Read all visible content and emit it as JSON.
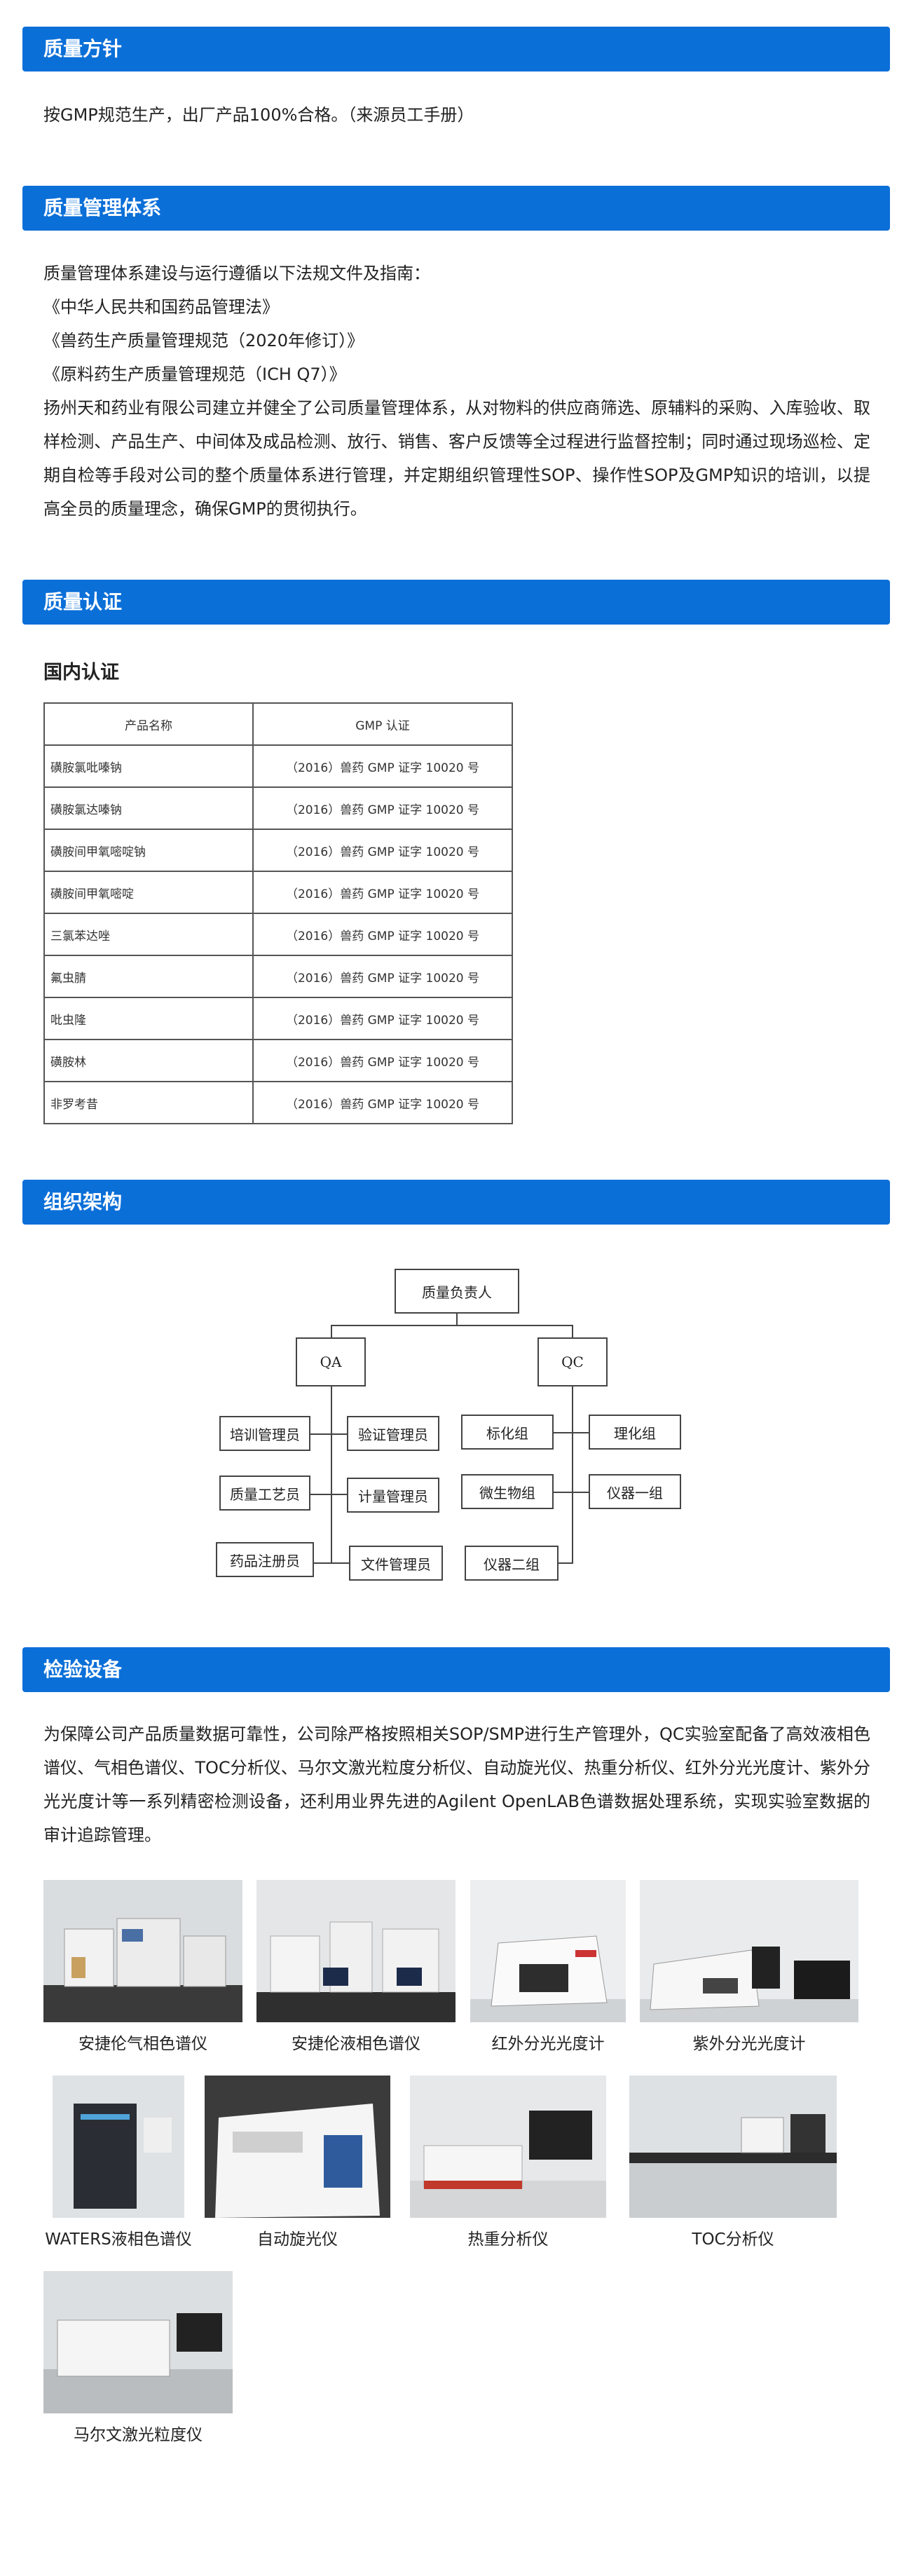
{
  "sections": {
    "quality_policy": {
      "title": "质量方针",
      "text": "按GMP规范生产，出厂产品100%合格。（来源员工手册）"
    },
    "quality_system": {
      "title": "质量管理体系",
      "lines": [
        "质量管理体系建设与运行遵循以下法规文件及指南：",
        "《中华人民共和国药品管理法》",
        "《兽药生产质量管理规范（2020年修订）》",
        "《原料药生产质量管理规范（ICH Q7）》"
      ],
      "paragraph": "扬州天和药业有限公司建立并健全了公司质量管理体系，从对物料的供应商筛选、原辅料的采购、入库验收、取样检测、产品生产、中间体及成品检测、放行、销售、客户反馈等全过程进行监督控制；同时通过现场巡检、定期自检等手段对公司的整个质量体系进行管理，并定期组织管理性SOP、操作性SOP及GMP知识的培训，以提高全员的质量理念，确保GMP的贯彻执行。"
    },
    "certification": {
      "title": "质量认证",
      "subtitle": "国内认证",
      "headers": [
        "产品名称",
        "GMP 认证"
      ],
      "rows": [
        [
          "磺胺氯吡嗪钠",
          "（2016）兽药 GMP 证字 10020 号"
        ],
        [
          "磺胺氯达嗪钠",
          "（2016）兽药 GMP 证字 10020 号"
        ],
        [
          "磺胺间甲氧嘧啶钠",
          "（2016）兽药 GMP 证字 10020 号"
        ],
        [
          "磺胺间甲氧嘧啶",
          "（2016）兽药 GMP 证字 10020 号"
        ],
        [
          "三氯苯达唑",
          "（2016）兽药 GMP 证字 10020 号"
        ],
        [
          "氟虫腈",
          "（2016）兽药 GMP 证字 10020 号"
        ],
        [
          "吡虫隆",
          "（2016）兽药 GMP 证字 10020 号"
        ],
        [
          "磺胺林",
          "（2016）兽药 GMP 证字 10020 号"
        ],
        [
          "非罗考昔",
          "（2016）兽药 GMP 证字 10020 号"
        ]
      ]
    },
    "organization": {
      "title": "组织架构",
      "head": "质量负责人",
      "qa": "QA",
      "qc": "QC",
      "qa_left": [
        "培训管理员",
        "质量工艺员",
        "药品注册员"
      ],
      "qa_right": [
        "验证管理员",
        "计量管理员",
        "文件管理员"
      ],
      "qc_left": [
        "标化组",
        "微生物组",
        "仪器二组"
      ],
      "qc_right": [
        "理化组",
        "仪器一组"
      ]
    },
    "equipment": {
      "title": "检验设备",
      "paragraph": "为保障公司产品质量数据可靠性，公司除严格按照相关SOP/SMP进行生产管理外，QC实验室配备了高效液相色谱仪、气相色谱仪、TOC分析仪、马尔文激光粒度分析仪、自动旋光仪、热重分析仪、红外分光光度计、紫外分光光度计等一系列精密检测设备，还利用业界先进的Agilent OpenLAB色谱数据处理系统，实现实验室数据的审计追踪管理。",
      "captions": [
        "安捷伦气相色谱仪",
        "安捷伦液相色谱仪",
        "红外分光光度计",
        "紫外分光光度计",
        "WATERS液相色谱仪",
        "自动旋光仪",
        "热重分析仪",
        "TOC分析仪",
        "马尔文激光粒度仪"
      ]
    }
  },
  "colors": {
    "accent": "#0b6fd8"
  }
}
